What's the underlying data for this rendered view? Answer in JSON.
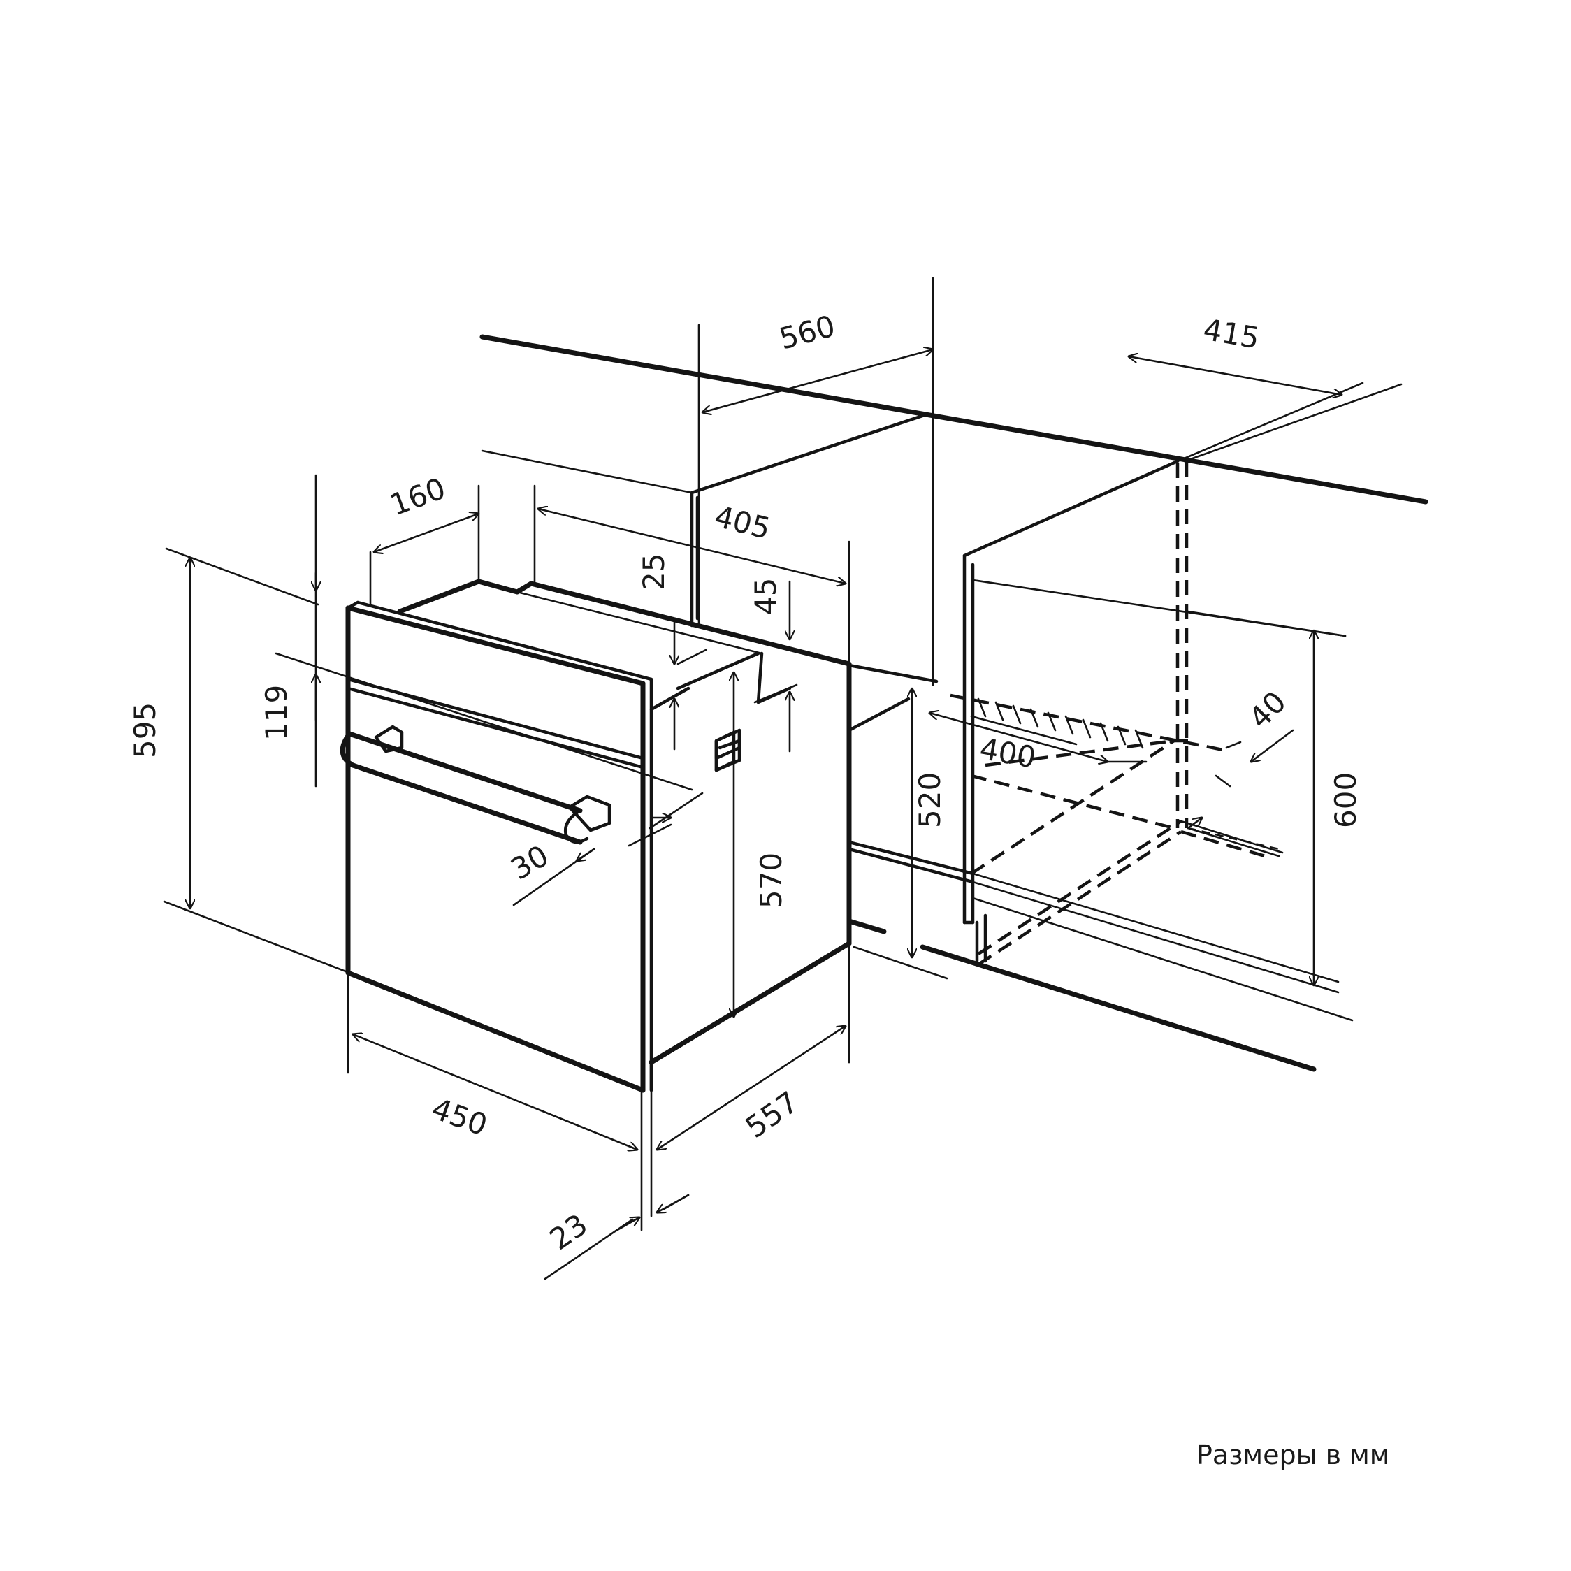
{
  "caption": "Размеры в мм",
  "dimensions": {
    "d560": "560",
    "d415": "415",
    "d160": "160",
    "d405": "405",
    "d25": "25",
    "d45": "45",
    "d595": "595",
    "d119": "119",
    "d30": "30",
    "d570": "570",
    "d520": "520",
    "d400": "400",
    "d40": "40",
    "d600": "600",
    "d450": "450",
    "d557": "557",
    "d23": "23"
  },
  "colors": {
    "line": "#141414",
    "background": "#ffffff"
  }
}
